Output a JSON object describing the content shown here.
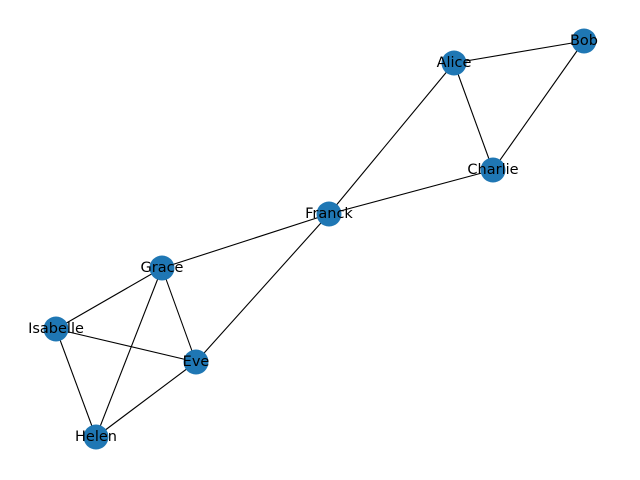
{
  "graph": {
    "node_color": "#1f77b4",
    "edge_color": "#000000",
    "label_color": "#000000",
    "nodes": [
      {
        "id": "Alice",
        "label": "Alice"
      },
      {
        "id": "Bob",
        "label": "Bob"
      },
      {
        "id": "Charlie",
        "label": "Charlie"
      },
      {
        "id": "Franck",
        "label": "Franck"
      },
      {
        "id": "Grace",
        "label": "Grace"
      },
      {
        "id": "Isabelle",
        "label": "Isabelle"
      },
      {
        "id": "Eve",
        "label": "Eve"
      },
      {
        "id": "Helen",
        "label": "Helen"
      }
    ],
    "edges": [
      [
        "Alice",
        "Bob"
      ],
      [
        "Alice",
        "Charlie"
      ],
      [
        "Bob",
        "Charlie"
      ],
      [
        "Alice",
        "Franck"
      ],
      [
        "Charlie",
        "Franck"
      ],
      [
        "Franck",
        "Grace"
      ],
      [
        "Franck",
        "Eve"
      ],
      [
        "Grace",
        "Isabelle"
      ],
      [
        "Grace",
        "Eve"
      ],
      [
        "Grace",
        "Helen"
      ],
      [
        "Isabelle",
        "Eve"
      ],
      [
        "Isabelle",
        "Helen"
      ],
      [
        "Eve",
        "Helen"
      ]
    ]
  }
}
